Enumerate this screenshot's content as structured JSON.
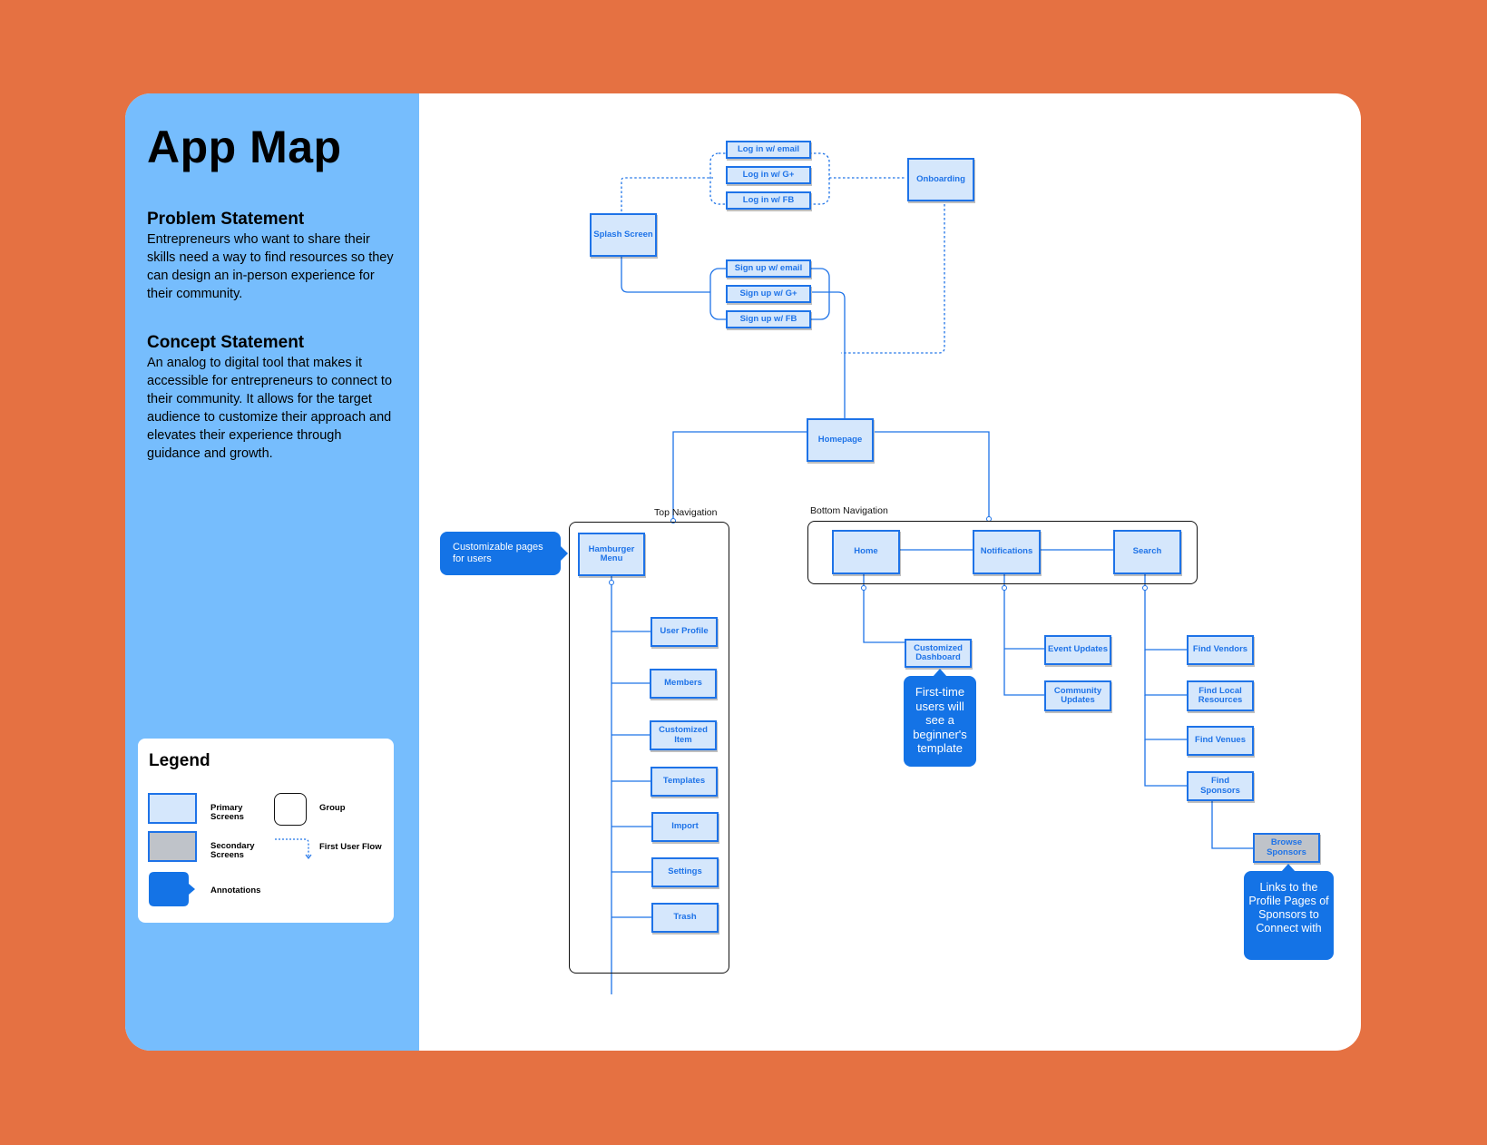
{
  "sidebar": {
    "title": "App Map",
    "problem_heading": "Problem Statement",
    "problem_text": "Entrepreneurs who want to share their skills need a way to find resources so they can design an in-person experience for their community.",
    "concept_heading": "Concept Statement",
    "concept_text": "An analog to digital tool that makes it accessible for entrepreneurs to connect to their community. It allows for the target audience to customize their approach and elevates their experience through guidance and growth."
  },
  "legend": {
    "title": "Legend",
    "primary": "Primary Screens",
    "secondary": "Secondary Screens",
    "group": "Group",
    "first_user_flow": "First User Flow",
    "annotations": "Annotations"
  },
  "colors": {
    "background": "#E57142",
    "sidebar": "#76BDFD",
    "primary_fill": "#D5E7FC",
    "secondary_fill": "#BFC3C9",
    "accent": "#1E73E8",
    "annotation": "#1473E6"
  },
  "nodes": {
    "login_email": "Log in w/ email",
    "login_g": "Log in w/ G+",
    "login_fb": "Log in w/ FB",
    "onboarding": "Onboarding",
    "splash": "Splash Screen",
    "signup_email": "Sign up w/ email",
    "signup_g": "Sign up w/ G+",
    "signup_fb": "Sign up w/ FB",
    "homepage": "Homepage",
    "hamburger": "Hamburger Menu",
    "user_profile": "User Profile",
    "members": "Members",
    "customized_item": "Customized Item",
    "templates": "Templates",
    "import": "Import",
    "settings": "Settings",
    "trash": "Trash",
    "home": "Home",
    "notifications": "Notifications",
    "search": "Search",
    "customized_dashboard": "Customized Dashboard",
    "event_updates": "Event Updates",
    "community_updates": "Community Updates",
    "find_vendors": "Find Vendors",
    "find_local_resources": "Find Local Resources",
    "find_venues": "Find Venues",
    "find_sponsors": "Find Sponsors",
    "browse_sponsors": "Browse Sponsors"
  },
  "groups": {
    "top_nav": "Top Navigation",
    "bottom_nav": "Bottom Navigation"
  },
  "annotations": {
    "customizable": "Customizable pages for users",
    "first_time": "First-time users will see a beginner's template",
    "sponsors_link": "Links to the Profile Pages of Sponsors to Connect with"
  }
}
